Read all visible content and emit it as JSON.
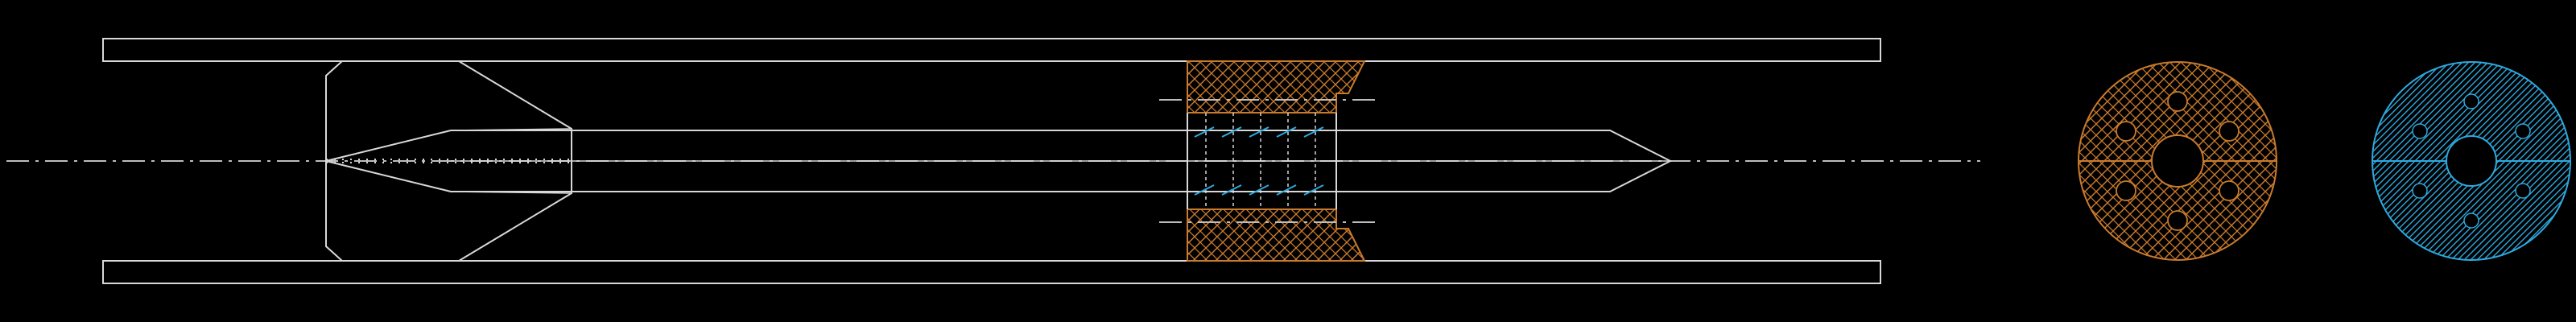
{
  "drawing": {
    "background": "#000000",
    "colors": {
      "outline": "#d8d8d8",
      "centerline": "#bdbdbd",
      "section_hatch_orange": "#c97a2c",
      "section_hatch_blue": "#2da9df"
    },
    "parts": [
      "upper-rail",
      "lower-rail",
      "central-shaft",
      "left-fin-assembly",
      "orange-threaded-section",
      "orange-flange-view",
      "blue-flange-view"
    ]
  }
}
